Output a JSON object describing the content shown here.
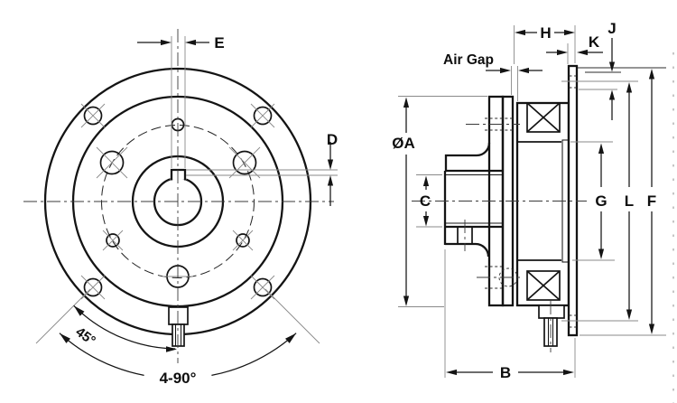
{
  "front_view": {
    "labels": {
      "key_width": "E",
      "keyway_depth": "D",
      "hole_angle": "45°",
      "mounting_holes": "4-90°"
    }
  },
  "side_view": {
    "labels": {
      "air_gap": "Air Gap",
      "h": "H",
      "k": "K",
      "j": "J",
      "dia_a": "ØA",
      "c": "C",
      "g": "G",
      "l": "L",
      "f": "F",
      "b": "B"
    }
  }
}
